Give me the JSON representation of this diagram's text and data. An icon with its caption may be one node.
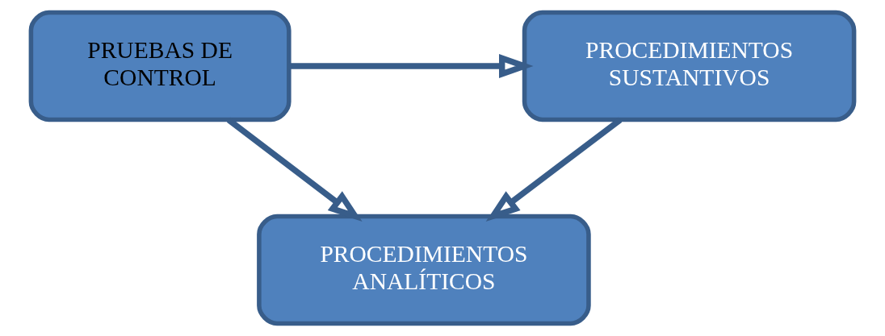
{
  "diagram": {
    "nodes": [
      {
        "text": [
          "PRUEBAS DE CONTROL"
        ]
      },
      {
        "text": [
          "PROCEDIMIENTOS SUSTANTIVOS"
        ]
      },
      {
        "text": [
          "PROCEDIMIENTOS ANALÍTICOS"
        ]
      }
    ],
    "edges": [
      {
        "from": 0,
        "to": 1,
        "arrow": "to"
      },
      {
        "from": 0,
        "to": 2,
        "arrow": "to"
      },
      {
        "from": 1,
        "to": 2,
        "arrow": "to"
      }
    ]
  }
}
